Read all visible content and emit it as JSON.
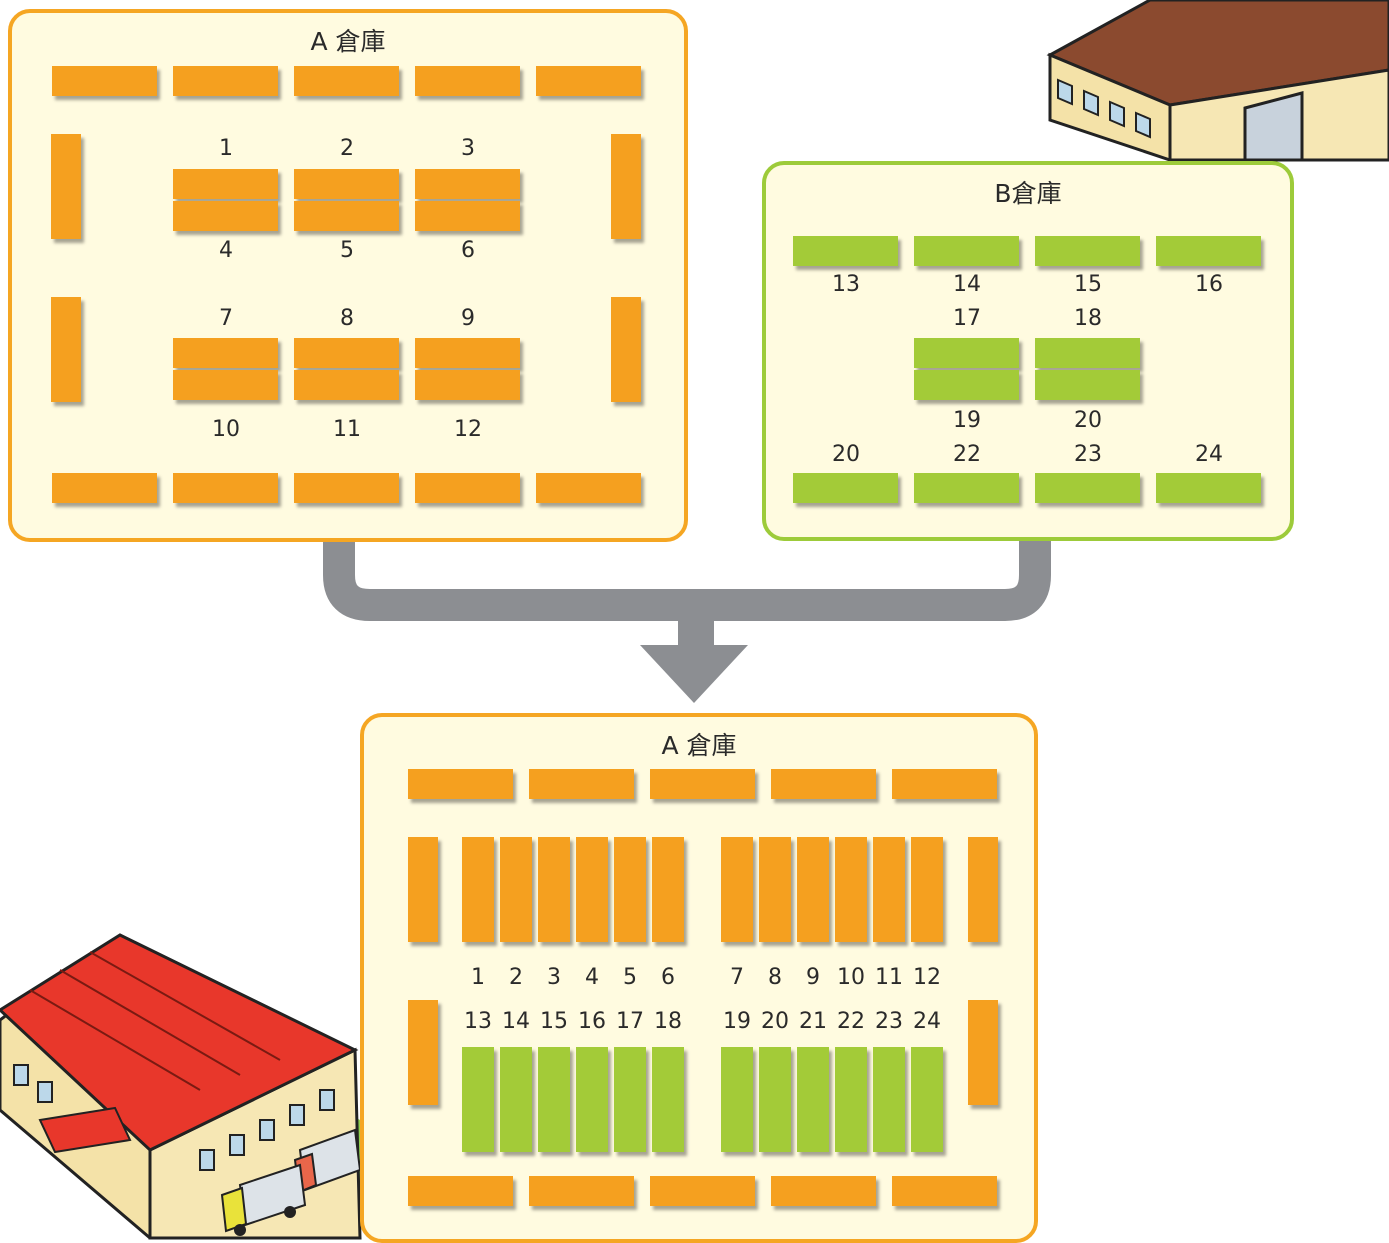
{
  "titles": {
    "a_top": "A 倉庫",
    "b_top": "B倉庫",
    "a_bottom": "A 倉庫"
  },
  "colors": {
    "orange": "#f5a01f",
    "green": "#a3cb38",
    "panel_bg": "#fffbe0",
    "arrow": "#8c8e92"
  },
  "a_numbers": [
    "1",
    "2",
    "3",
    "4",
    "5",
    "6",
    "7",
    "8",
    "9",
    "10",
    "11",
    "12"
  ],
  "b_numbers": [
    "13",
    "14",
    "15",
    "16",
    "17",
    "18",
    "19",
    "20",
    "20",
    "22",
    "23",
    "24"
  ],
  "c_top_numbers": [
    "1",
    "2",
    "3",
    "4",
    "5",
    "6",
    "7",
    "8",
    "9",
    "10",
    "11",
    "12"
  ],
  "c_bottom_numbers": [
    "13",
    "14",
    "15",
    "16",
    "17",
    "18",
    "19",
    "20",
    "21",
    "22",
    "23",
    "24"
  ],
  "icons": [
    "warehouse-brown-roof-icon",
    "warehouse-red-roof-with-trucks-icon",
    "merge-arrow-icon"
  ]
}
